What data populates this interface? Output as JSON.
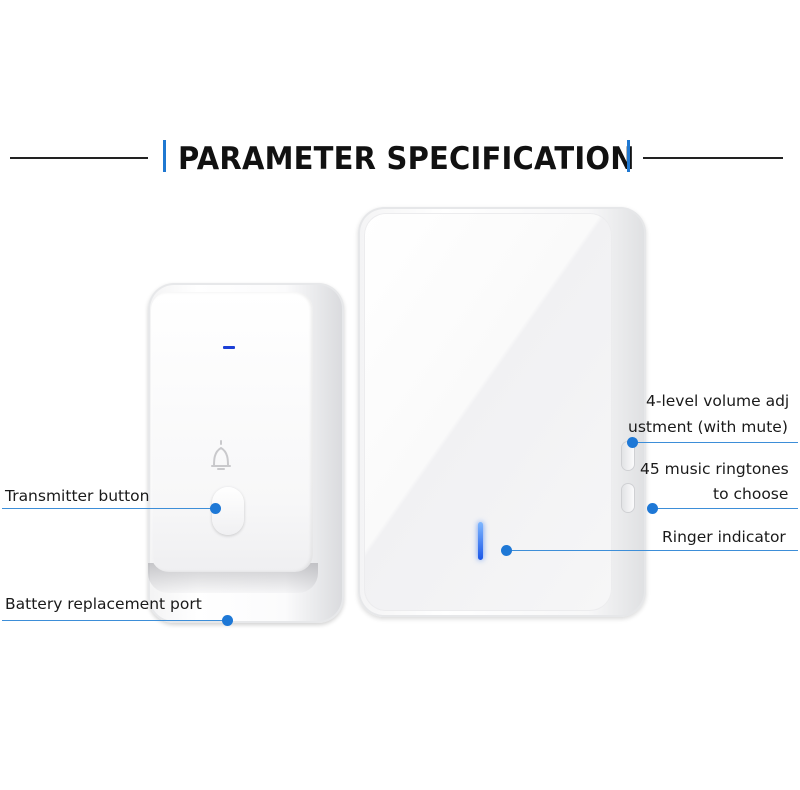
{
  "header": {
    "title": "PARAMETER SPECIFICATION",
    "accent_color": "#1f78d1"
  },
  "callouts": {
    "transmitter_button": "Transmitter button",
    "battery_port": "Battery replacement port",
    "volume_line1": "4-level volume adj",
    "volume_line2": "ustment (with mute)",
    "ringtones_line1": "45 music ringtones",
    "ringtones_line2": "to choose",
    "ringer_indicator": "Ringer indicator",
    "dot_color": "#1e78d6"
  },
  "icons": {
    "transmitter_symbol": "bell-icon",
    "transmitter_indicator": "blue-led-icon",
    "receiver_indicator": "blue-led-icon"
  }
}
